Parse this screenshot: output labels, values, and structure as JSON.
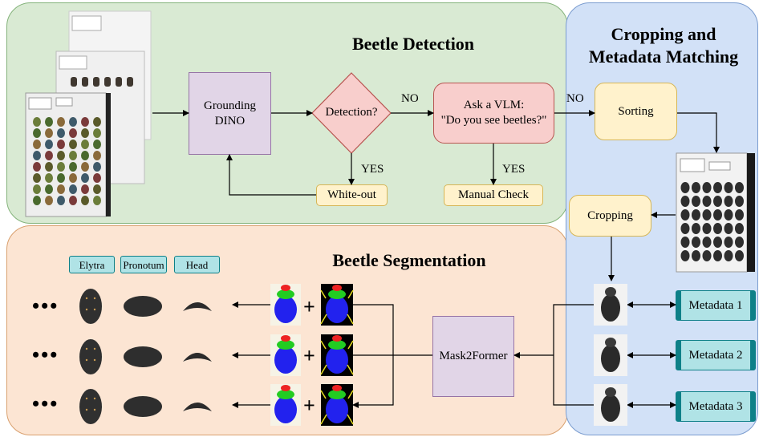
{
  "panels": {
    "detection_title": "Beetle Detection",
    "cropping_title_line1": "Cropping and",
    "cropping_title_line2": "Metadata Matching",
    "segmentation_title": "Beetle Segmentation"
  },
  "nodes": {
    "grounding_dino_line1": "Grounding",
    "grounding_dino_line2": "DINO",
    "detection_decision": "Detection?",
    "ask_vlm_line1": "Ask a VLM:",
    "ask_vlm_line2": "\"Do you see beetles?\"",
    "white_out": "White-out",
    "manual_check": "Manual Check",
    "sorting": "Sorting",
    "cropping": "Cropping",
    "mask2former": "Mask2Former"
  },
  "edge_labels": {
    "no_1": "NO",
    "no_2": "NO",
    "yes_1": "YES",
    "yes_2": "YES"
  },
  "part_tags": [
    "Elytra",
    "Pronotum",
    "Head"
  ],
  "metadata": [
    "Metadata 1",
    "Metadata 2",
    "Metadata 3"
  ],
  "ellipsis": "•••",
  "plus": "+",
  "colors": {
    "detection_bg": "#d9ead3",
    "segmentation_bg": "#fce5d3",
    "cropping_bg": "#d2e1f7",
    "model_box": "#e1d5e7",
    "process_box": "#fff2cc",
    "decision": "#f8cecc",
    "metadata_box": "#b0e3e6",
    "mask_body": "#2222ee",
    "mask_pronotum": "#22cc22",
    "mask_head": "#ee2222"
  }
}
